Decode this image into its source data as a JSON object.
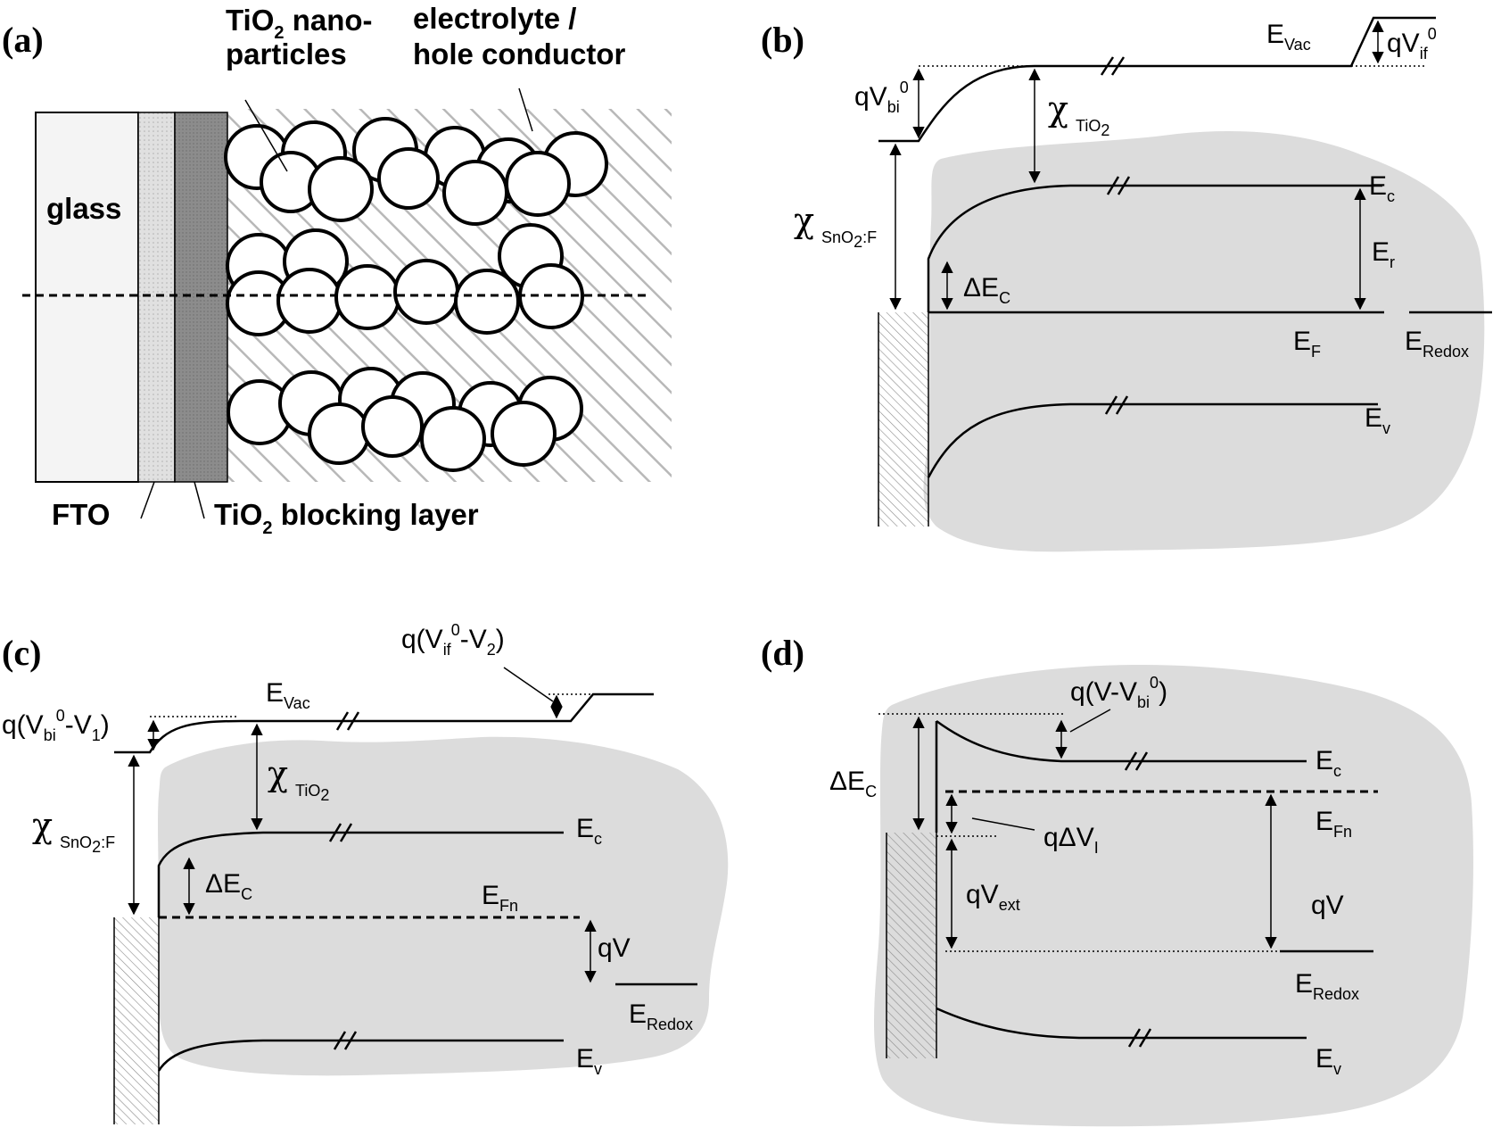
{
  "panels": {
    "a": {
      "label": "(a)",
      "nanoparticles": [
        "TiO",
        "2",
        " nano-",
        "particles"
      ],
      "electrolyte": [
        "electrolyte /",
        "hole conductor"
      ],
      "glass": "glass",
      "fto": "FTO",
      "blocking": [
        "TiO",
        "2",
        " blocking layer"
      ]
    },
    "b": {
      "label": "(b)",
      "evac": [
        "E",
        "Vac"
      ],
      "qvif": [
        "qV",
        "if",
        "0"
      ],
      "qvbi": [
        "qV",
        "bi",
        "0"
      ],
      "chi_tio2": [
        "χ",
        "TiO",
        "2"
      ],
      "chi_sno2": [
        "χ",
        "SnO",
        "2",
        ":F"
      ],
      "ec": [
        "E",
        "c"
      ],
      "er": [
        "E",
        "r"
      ],
      "dec": [
        "ΔE",
        "C"
      ],
      "ef": [
        "E",
        "F"
      ],
      "eredox": [
        "E",
        "Redox"
      ],
      "ev": [
        "E",
        "v"
      ]
    },
    "c": {
      "label": "(c)",
      "qvif2": [
        "q(V",
        "if",
        "0",
        "-V",
        "2",
        ")"
      ],
      "evac": [
        "E",
        "Vac"
      ],
      "qvbi1": [
        "q(V",
        "bi",
        "0",
        "-V",
        "1",
        ")"
      ],
      "chi_tio2": [
        "χ",
        "TiO",
        "2"
      ],
      "chi_sno2": [
        "χ",
        "SnO",
        "2",
        ":F"
      ],
      "ec": [
        "E",
        "c"
      ],
      "dec": [
        "ΔE",
        "C"
      ],
      "efn": [
        "E",
        "Fn"
      ],
      "qv": "qV",
      "eredox": [
        "E",
        "Redox"
      ],
      "ev": [
        "E",
        "v"
      ]
    },
    "d": {
      "label": "(d)",
      "qvvbi": [
        "q(V-V",
        "bi",
        "0",
        ")"
      ],
      "dec": [
        "ΔE",
        "C"
      ],
      "ec": [
        "E",
        "c"
      ],
      "efn": [
        "E",
        "Fn"
      ],
      "qdvi": [
        "qΔV",
        "I"
      ],
      "qvext": [
        "qV",
        "ext"
      ],
      "qv": "qV",
      "eredox": [
        "E",
        "Redox"
      ],
      "ev": [
        "E",
        "v"
      ]
    }
  }
}
